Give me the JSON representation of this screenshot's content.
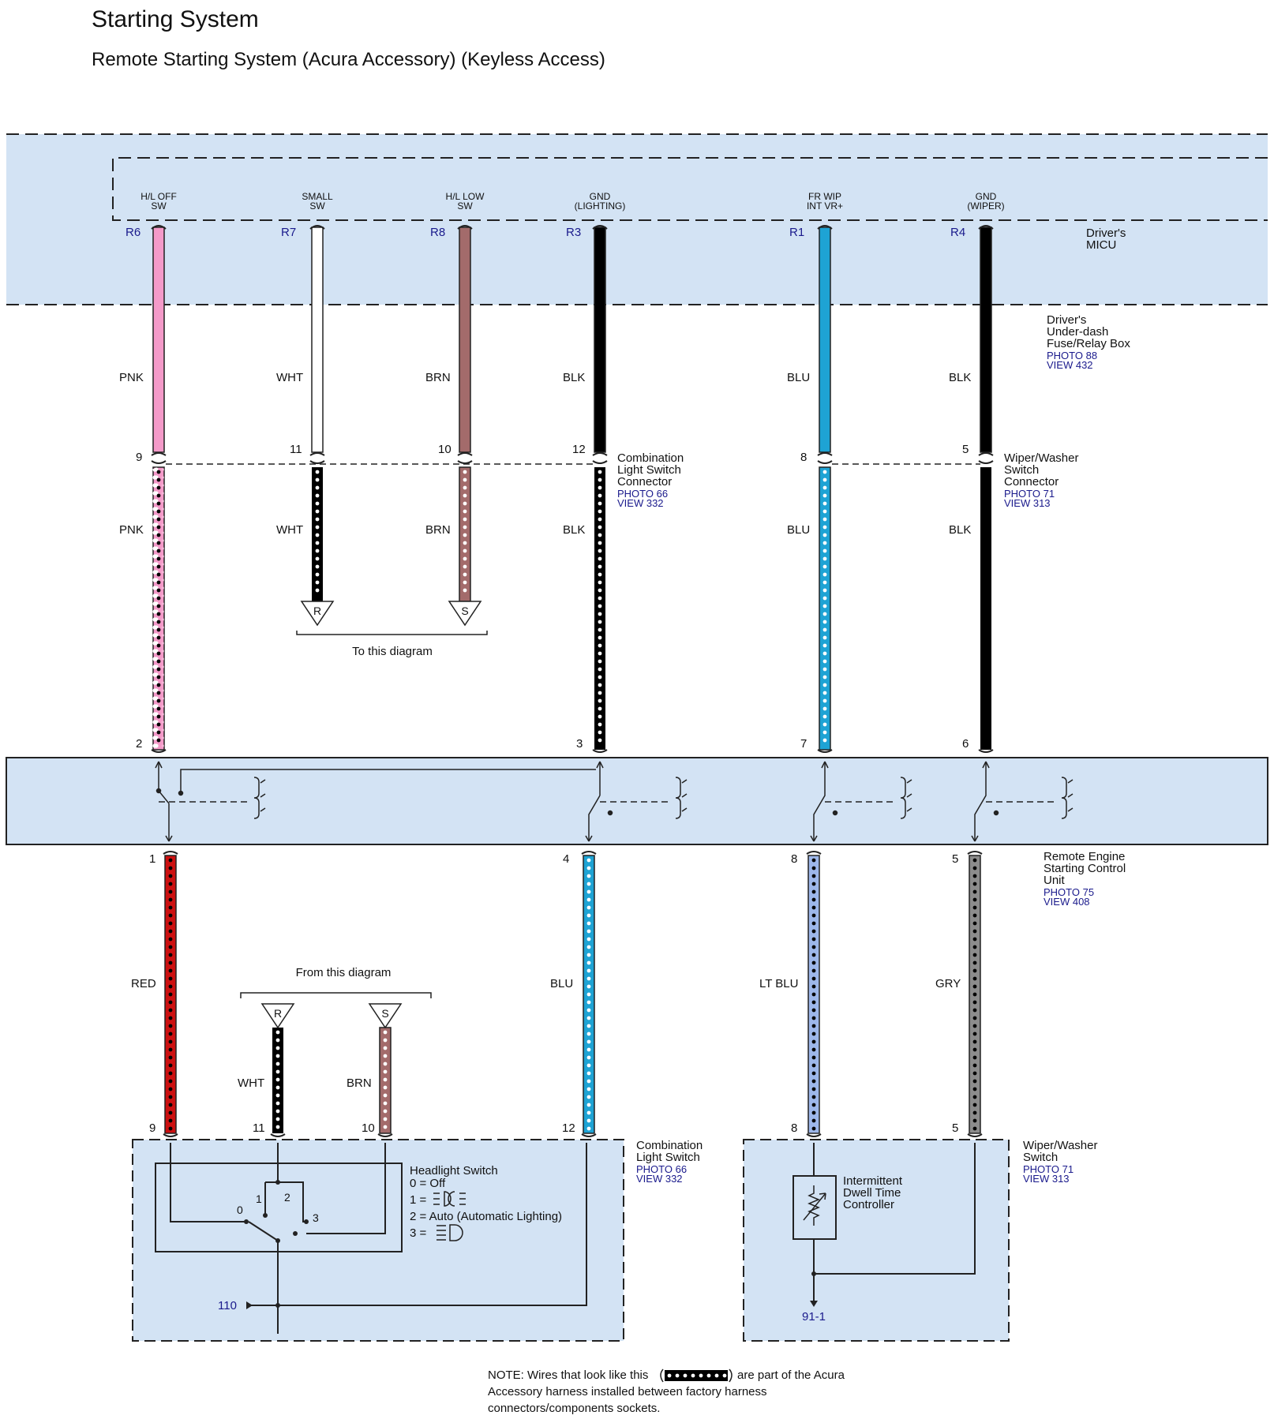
{
  "title": "Starting System",
  "subtitle": "Remote Starting System (Acura Accessory) (Keyless Access)",
  "micu": {
    "label": [
      "Driver's",
      "MICU"
    ],
    "terminals": [
      {
        "pin": "R6",
        "name": [
          "H/L OFF",
          "SW"
        ],
        "color": "PNK",
        "hex": "#f49ac9",
        "dotted": false
      },
      {
        "pin": "R7",
        "name": [
          "SMALL",
          "SW"
        ],
        "color": "WHT",
        "hex": "#ffffff",
        "dotted": false
      },
      {
        "pin": "R8",
        "name": [
          "H/L LOW",
          "SW"
        ],
        "color": "BRN",
        "hex": "#a36b6b",
        "dotted": false
      },
      {
        "pin": "R3",
        "name": [
          "GND",
          "(LIGHTING)"
        ],
        "color": "BLK",
        "hex": "#000000",
        "dotted": false
      },
      {
        "pin": "R1",
        "name": [
          "FR WIP",
          "INT VR+"
        ],
        "color": "BLU",
        "hex": "#1ea3d4",
        "dotted": false
      },
      {
        "pin": "R4",
        "name": [
          "GND",
          "(WIPER)"
        ],
        "color": "BLK",
        "hex": "#000000",
        "dotted": false
      }
    ]
  },
  "fuse_box": {
    "label": [
      "Driver's",
      "Under-dash",
      "Fuse/Relay Box"
    ],
    "photo": "PHOTO 88",
    "view": "VIEW 432"
  },
  "comb_connector": {
    "label": [
      "Combination",
      "Light Switch",
      "Connector"
    ],
    "photo": "PHOTO 66",
    "view": "VIEW 332",
    "pins": [
      "9",
      "11",
      "10",
      "12"
    ]
  },
  "wiper_connector": {
    "label": [
      "Wiper/Washer",
      "Switch",
      "Connector"
    ],
    "photo": "PHOTO 71",
    "view": "VIEW 313",
    "pins": [
      "8",
      "5"
    ]
  },
  "accessory_wires": [
    {
      "color": "PNK",
      "hex": "#f49ac9"
    },
    {
      "color": "WHT",
      "hex": "#ffffff",
      "ref": "R"
    },
    {
      "color": "BRN",
      "hex": "#a36b6b",
      "ref": "S"
    },
    {
      "color": "BLK",
      "hex": "#000000"
    },
    {
      "color": "BLU",
      "hex": "#1ea3d4"
    },
    {
      "color": "BLK",
      "hex": "#000000"
    }
  ],
  "to_diagram": "To this diagram",
  "from_diagram": "From this diagram",
  "rescu": {
    "label": [
      "Remote Engine",
      "Starting Control",
      "Unit"
    ],
    "photo": "PHOTO 75",
    "view": "VIEW 408",
    "top_pins": [
      "2",
      "3",
      "7",
      "6"
    ],
    "bottom_pins": [
      "1",
      "4",
      "8",
      "5"
    ]
  },
  "lower_wires": [
    {
      "color": "RED",
      "hex": "#cc1010",
      "from": "1",
      "to": "9"
    },
    {
      "color": "WHT",
      "hex": "#ffffff",
      "ref": "R",
      "to": "11"
    },
    {
      "color": "BRN",
      "hex": "#a36b6b",
      "ref": "S",
      "to": "10"
    },
    {
      "color": "BLU",
      "hex": "#1ea3d4",
      "from": "4",
      "to": "12"
    },
    {
      "color": "LT BLU",
      "hex": "#9db7ea",
      "from": "8",
      "to": "8"
    },
    {
      "color": "GRY",
      "hex": "#8c8c8c",
      "from": "5",
      "to": "5"
    }
  ],
  "comb_switch": {
    "label": [
      "Combination",
      "Light Switch"
    ],
    "photo": "PHOTO 66",
    "view": "VIEW 332",
    "headlight_title": "Headlight Switch",
    "positions": [
      "0 = Off",
      "1 =",
      "2 = Auto (Automatic Lighting)",
      "3 ="
    ],
    "contact_numbers": [
      "0",
      "1",
      "2",
      "3"
    ],
    "ground_ref": "110"
  },
  "wiper_switch": {
    "label": [
      "Wiper/Washer",
      "Switch"
    ],
    "photo": "PHOTO 71",
    "view": "VIEW 313",
    "controller": [
      "Intermittent",
      "Dwell Time",
      "Controller"
    ],
    "ground_ref": "91-1"
  },
  "note": {
    "line1a": "NOTE: Wires that look like this",
    "line1b": "are part of the Acura",
    "line2": "Accessory harness installed between factory harness",
    "line3": "connectors/components sockets."
  },
  "colors": {
    "panel": "#d3e3f4",
    "accent_text": "#1a1a8c"
  }
}
